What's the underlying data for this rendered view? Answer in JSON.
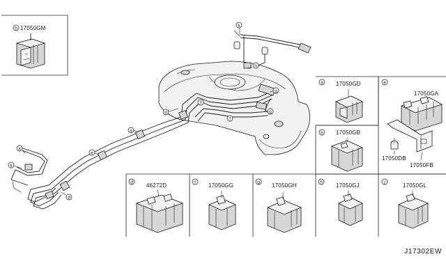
{
  "diagram_id": "J17302EW",
  "boxes": {
    "h_top": {
      "letter": "h",
      "part": "17050GM"
    },
    "a": {
      "letter": "a",
      "part": "17050GD"
    },
    "e": {
      "letter": "e",
      "part_main": "17050GA",
      "part_clip": "17050DB",
      "part_bracket": "17050FB"
    },
    "b": {
      "letter": "b",
      "part": "17050GB"
    },
    "d": {
      "letter": "d",
      "part": "46272D"
    },
    "f": {
      "letter": "f",
      "part": "17050GG"
    },
    "g": {
      "letter": "g",
      "part": "17050GH"
    },
    "h": {
      "letter": "h",
      "part": "17050GJ"
    },
    "j": {
      "letter": "j",
      "part": "17050GL"
    }
  },
  "callouts": {
    "k_top": "k",
    "h_mid": "h",
    "g_right": "g",
    "g_lower": "g",
    "f_left": "f",
    "f_right": "f",
    "d_upper": "d",
    "a_line": "a",
    "e_line": "e",
    "a_left": "a",
    "k_left": "k",
    "d_lower": "d"
  }
}
